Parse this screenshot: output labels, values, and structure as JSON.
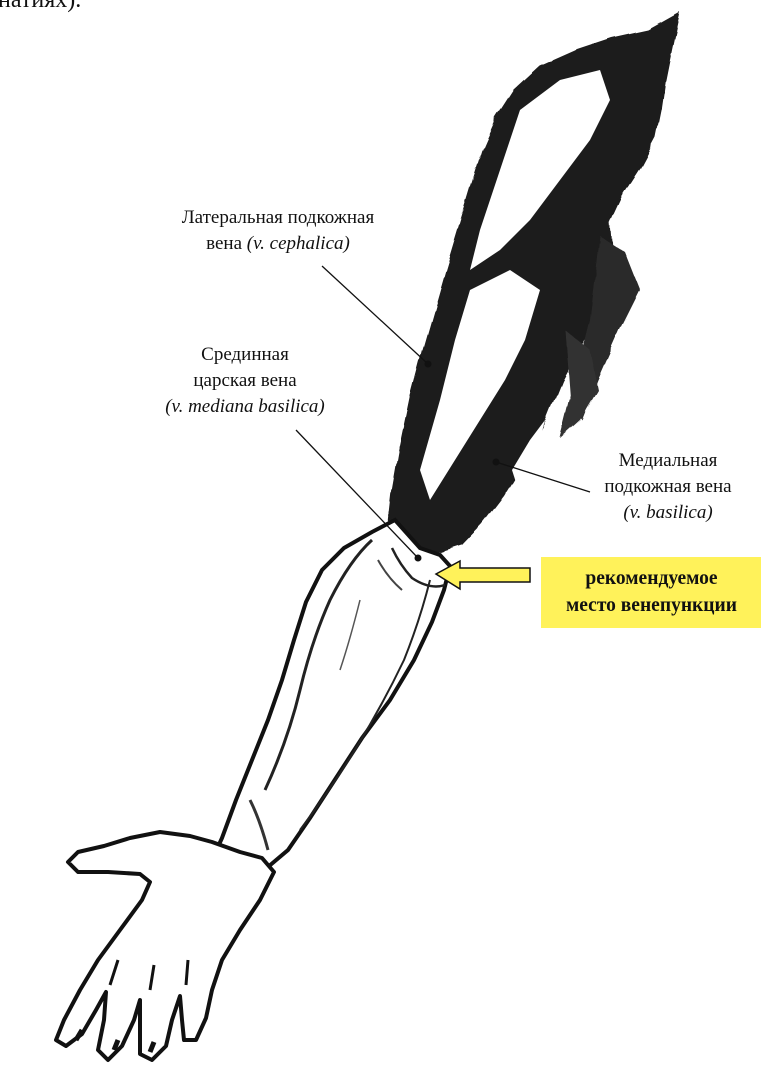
{
  "header": {
    "fragment": "натиях)."
  },
  "labels": {
    "cephalica": {
      "name": "Латеральная подкожная",
      "name2": "вена",
      "latin": "(v. cephalica)"
    },
    "mediana": {
      "line1": "Срединная",
      "line2": "царская вена",
      "latin": "(v. mediana basilica)"
    },
    "basilica": {
      "line1": "Медиальная",
      "line2": "подкожная вена",
      "latin": "(v. basilica)"
    }
  },
  "callout": {
    "line1": "рекомендуемое",
    "line2": "место венепункции"
  },
  "colors": {
    "callout_fill": "#fff25a",
    "arrow_fill": "#fff25a",
    "ink": "#111111",
    "background": "#ffffff"
  },
  "illustration": "arm-anatomy-illustration"
}
